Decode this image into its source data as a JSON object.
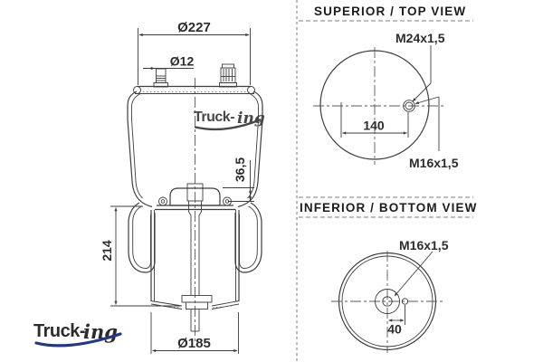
{
  "drawing": {
    "side_view": {
      "dim_top_plate_diameter": "Ø227",
      "dim_stud_diameter": "Ø12",
      "dim_bumper_height": "36,5",
      "dim_design_height": "214",
      "dim_piston_diameter": "Ø185"
    },
    "superior_view": {
      "title": "SUPERIOR / TOP VIEW",
      "label_center_port": "M24x1,5",
      "label_side_port": "M16x1,5",
      "dim_port_distance": "140"
    },
    "inferior_view": {
      "title": "INFERIOR / BOTTOM VIEW",
      "label_port": "M16x1,5",
      "dim_port_offset": "40"
    }
  },
  "brand": {
    "word_main": "Truck-",
    "word_suffix": "ing"
  },
  "colors": {
    "line": "#3d3d3d",
    "dashed_rule": "#7d7d7d",
    "heading": "#1c1c1c",
    "logo_blue": "#243780",
    "logo_orange": "#ee7b17",
    "watermark_grey": "#474747",
    "background": "#ffffff"
  }
}
